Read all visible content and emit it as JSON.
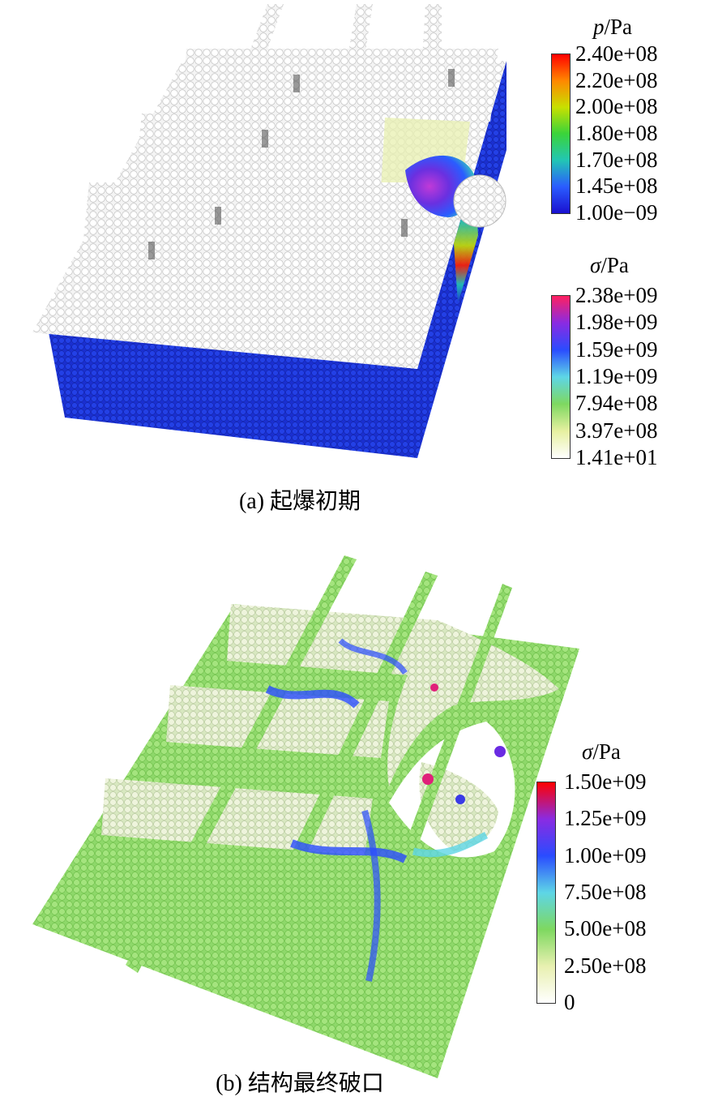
{
  "panel_a": {
    "caption": "(a) 起爆初期",
    "legend_pressure": {
      "title_symbol": "p",
      "title_unit": "/Pa",
      "ticks": [
        "2.40e+08",
        "2.20e+08",
        "2.00e+08",
        "1.80e+08",
        "1.70e+08",
        "1.45e+08",
        "1.00e−09"
      ],
      "colors": [
        "#ff0000",
        "#ff8800",
        "#c8e000",
        "#3ad43a",
        "#22c6b4",
        "#2a5cff",
        "#1a10d0"
      ]
    },
    "legend_stress": {
      "title_symbol": "σ",
      "title_unit": "/Pa",
      "ticks": [
        "2.38e+09",
        "1.98e+09",
        "1.59e+09",
        "1.19e+09",
        "7.94e+08",
        "3.97e+08",
        "1.41e+01"
      ],
      "colors": [
        "#ff2060",
        "#8a2be2",
        "#2a4cff",
        "#5ed6e6",
        "#7ed860",
        "#e6f0a0",
        "#ffffff"
      ]
    }
  },
  "panel_b": {
    "caption": "(b) 结构最终破口",
    "legend_stress": {
      "title_symbol": "σ",
      "title_unit": "/Pa",
      "ticks": [
        "1.50e+09",
        "1.25e+09",
        "1.00e+09",
        "7.50e+08",
        "5.00e+08",
        "2.50e+08",
        "0"
      ],
      "colors": [
        "#ff0000",
        "#8a2be2",
        "#2a4cff",
        "#5ed6e6",
        "#7ed860",
        "#e8f0b0",
        "#ffffff"
      ]
    }
  }
}
